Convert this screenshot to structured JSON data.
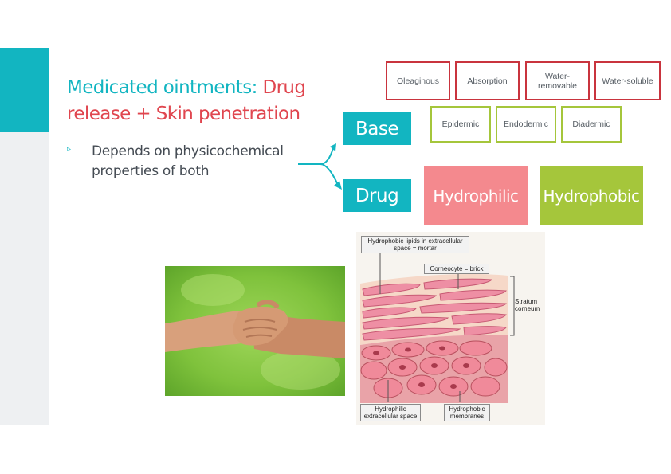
{
  "title": {
    "part1": "Medicated ointments: ",
    "part2": "Drug release + Skin penetration"
  },
  "bullet": {
    "marker": "▹",
    "text": "Depends on physicochemical properties of both"
  },
  "base_label": "Base",
  "drug_label": "Drug",
  "base_types": [
    "Oleaginous",
    "Absorption",
    "Water-removable",
    "Water-soluble"
  ],
  "skin_layers": [
    "Epidermic",
    "Endodermic",
    "Diadermic"
  ],
  "drug_types": {
    "hydrophilic": "Hydrophilic",
    "hydrophobic": "Hydrophobic"
  },
  "diagram": {
    "label_top": "Hydrophobic lipids in extracellular space = mortar",
    "label_brick": "Corneocyte = brick",
    "label_stratum": "Stratum corneum",
    "label_bottom_left": "Hydrophilic extracellular space",
    "label_bottom_right": "Hydrophobic membranes"
  },
  "colors": {
    "teal": "#12b5c1",
    "red": "#e0464f",
    "red_border": "#c9343e",
    "green_border": "#a5c63b",
    "hydrophilic_fill": "#f4898e",
    "hydrophobic_fill": "#a5c63b"
  }
}
